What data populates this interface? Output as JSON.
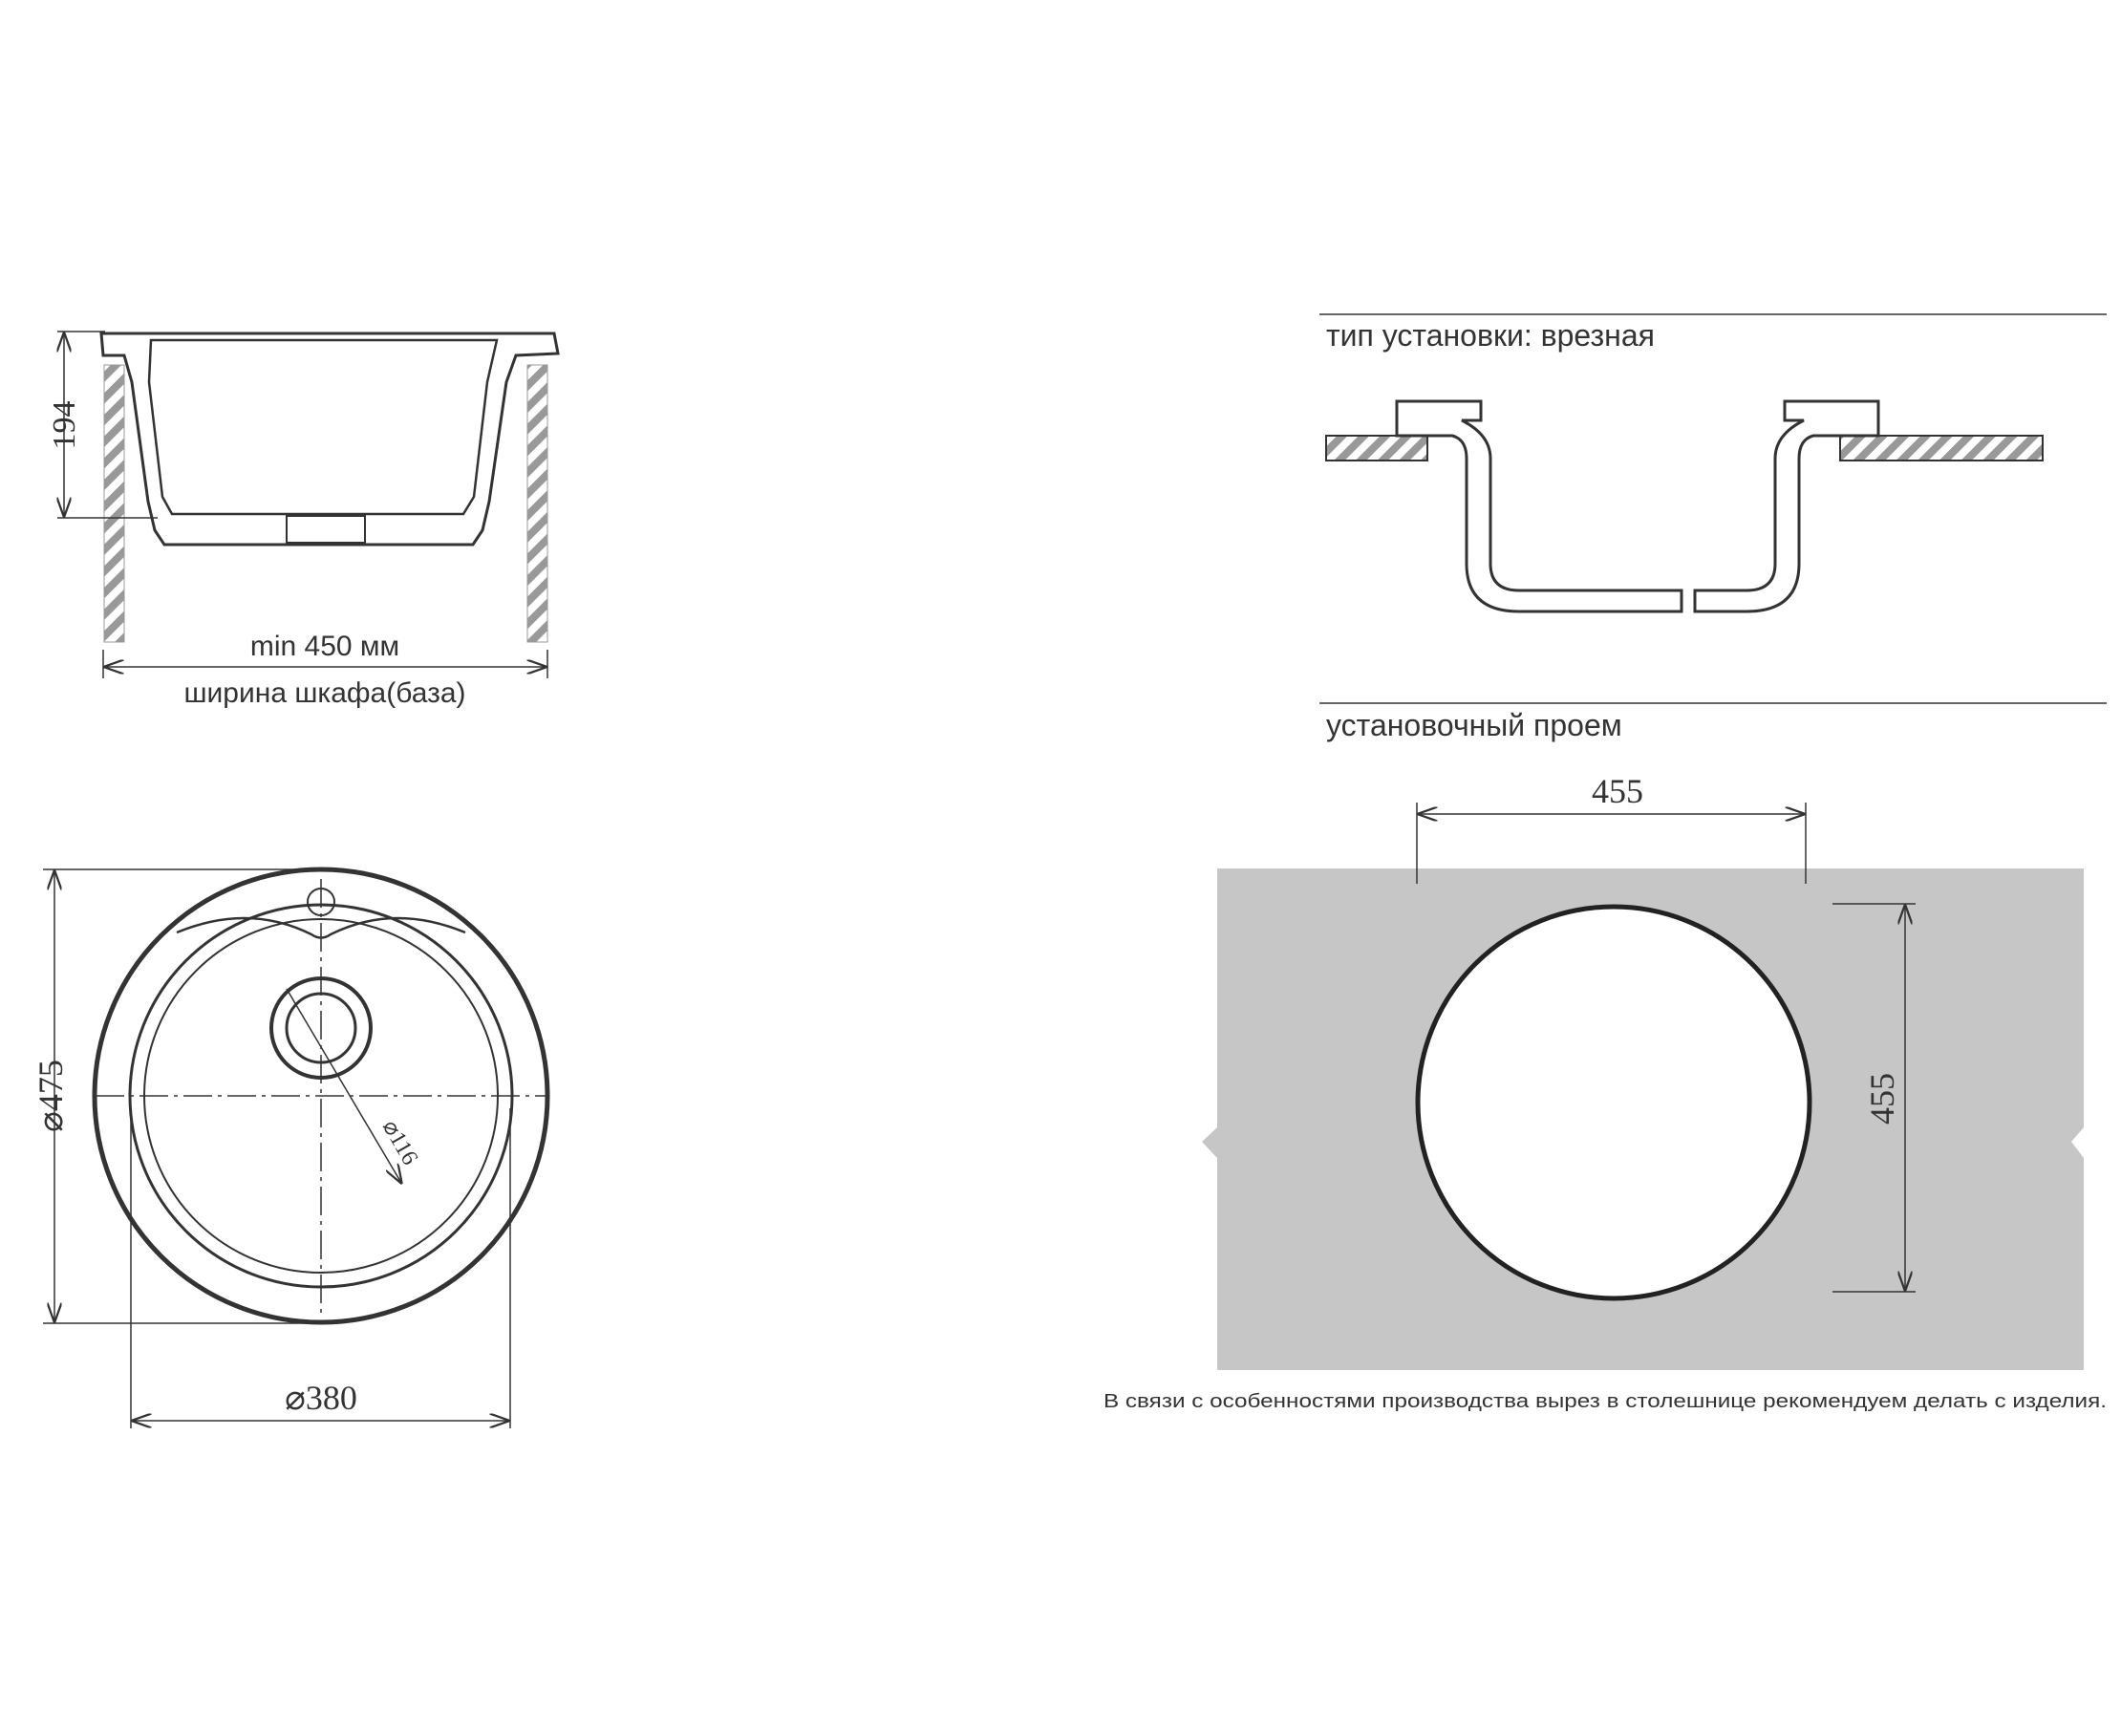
{
  "side_view": {
    "height_dim": "194",
    "min_width": "min 450 мм",
    "cabinet_width_label": "ширина шкафа(база)"
  },
  "top_view": {
    "outer_diameter": "⌀475",
    "bowl_diameter": "⌀380",
    "drain_diameter": "⌀116"
  },
  "installation": {
    "type_label": "тип установки: врезная",
    "cutout_label": "установочный проем",
    "cutout_width": "455",
    "cutout_height": "455",
    "note": "В связи с особенностями производства вырез в столешнице рекомендуем делать с изделия."
  },
  "colors": {
    "line": "#333333",
    "countertop": "#c6c6c6",
    "hatch": "#999999"
  }
}
